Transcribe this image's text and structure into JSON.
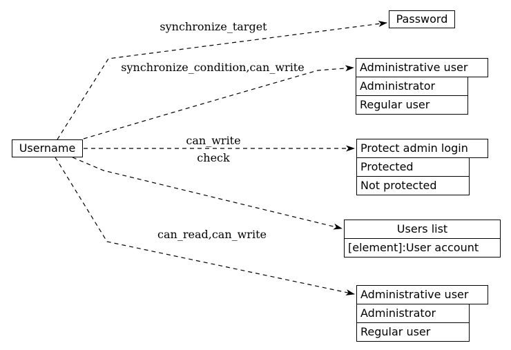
{
  "diagram": {
    "background_color": "#ffffff",
    "stroke_color": "#000000",
    "text_color": "#000000",
    "source": {
      "label": "Username"
    },
    "nodes": [
      {
        "title": "Password",
        "rows": []
      },
      {
        "title": "Administrative user",
        "rows": [
          "Administrator",
          "Regular user"
        ]
      },
      {
        "title": "Protect admin login",
        "rows": [
          "Protected",
          "Not protected"
        ]
      },
      {
        "title": "Users list",
        "rows": [
          "[element]:User account"
        ]
      },
      {
        "title": "Administrative user",
        "rows": [
          "Administrator",
          "Regular user"
        ]
      }
    ],
    "edges": [
      {
        "from": "Username",
        "to": "Password",
        "label": "synchronize_target"
      },
      {
        "from": "Username",
        "to": "Administrative user",
        "label": "synchronize_condition,can_write"
      },
      {
        "from": "Username",
        "to": "Protect admin login",
        "label_line1": "can_write",
        "label_line2": "check"
      },
      {
        "from": "Username",
        "to": "Users list",
        "label": ""
      },
      {
        "from": "Username",
        "to": "Administrative user",
        "label": "can_read,can_write"
      }
    ]
  }
}
